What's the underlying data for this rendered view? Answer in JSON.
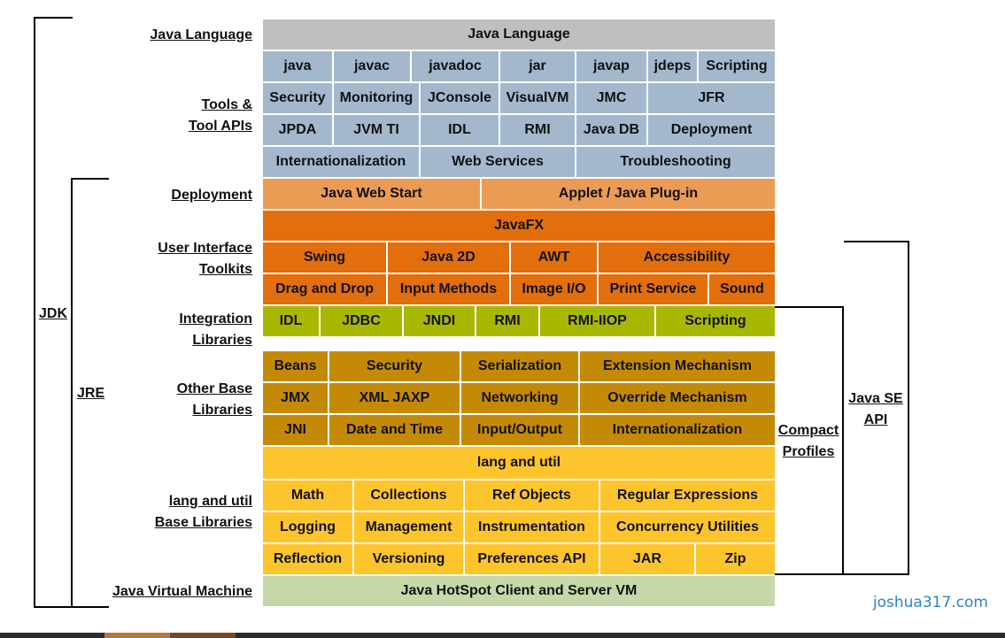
{
  "labels": {
    "java_language": "Java Language",
    "tools_line1": "Tools &",
    "tools_line2": "Tool APIs",
    "deployment": "Deployment",
    "ui_line1": "User Interface",
    "ui_line2": "Toolkits",
    "integration_line1": "Integration",
    "integration_line2": "Libraries",
    "other_line1": "Other Base",
    "other_line2": "Libraries",
    "langutil_line1": "lang and util",
    "langutil_line2": "Base Libraries",
    "jvm": "Java Virtual Machine",
    "jdk": "JDK",
    "jre": "JRE",
    "compact_line1": "Compact",
    "compact_line2": "Profiles",
    "javase_line1": "Java SE",
    "javase_line2": "API"
  },
  "rows": {
    "language": [
      "Java Language"
    ],
    "tools1": [
      "java",
      "javac",
      "javadoc",
      "jar",
      "javap",
      "jdeps",
      "Scripting"
    ],
    "tools2": [
      "Security",
      "Monitoring",
      "JConsole",
      "VisualVM",
      "JMC",
      "JFR"
    ],
    "tools3": [
      "JPDA",
      "JVM TI",
      "IDL",
      "RMI",
      "Java DB",
      "Deployment"
    ],
    "tools4": [
      "Internationalization",
      "Web Services",
      "Troubleshooting"
    ],
    "deploy": [
      "Java Web Start",
      "Applet / Java Plug-in"
    ],
    "javafx": [
      "JavaFX"
    ],
    "ui1": [
      "Swing",
      "Java 2D",
      "AWT",
      "Accessibility"
    ],
    "ui2": [
      "Drag and Drop",
      "Input Methods",
      "Image I/O",
      "Print Service",
      "Sound"
    ],
    "integration": [
      "IDL",
      "JDBC",
      "JNDI",
      "RMI",
      "RMI-IIOP",
      "Scripting"
    ],
    "other1": [
      "Beans",
      "Security",
      "Serialization",
      "Extension Mechanism"
    ],
    "other2": [
      "JMX",
      "XML JAXP",
      "Networking",
      "Override Mechanism"
    ],
    "other3": [
      "JNI",
      "Date and Time",
      "Input/Output",
      "Internationalization"
    ],
    "langutil": [
      "lang and util"
    ],
    "lu1": [
      "Math",
      "Collections",
      "Ref Objects",
      "Regular Expressions"
    ],
    "lu2": [
      "Logging",
      "Management",
      "Instrumentation",
      "Concurrency Utilities"
    ],
    "lu3": [
      "Reflection",
      "Versioning",
      "Preferences API",
      "JAR",
      "Zip"
    ],
    "jvm": [
      "Java HotSpot Client and Server VM"
    ]
  },
  "colors": {
    "language": "#bfbfbf",
    "tools": "#a3b8cc",
    "deploy": "#ec9b55",
    "ui": "#e26e0c",
    "integration": "#a8b800",
    "other": "#c48a06",
    "langutil": "#fec42c",
    "jvm": "#c6d8a8"
  },
  "credit": "joshua317.com"
}
